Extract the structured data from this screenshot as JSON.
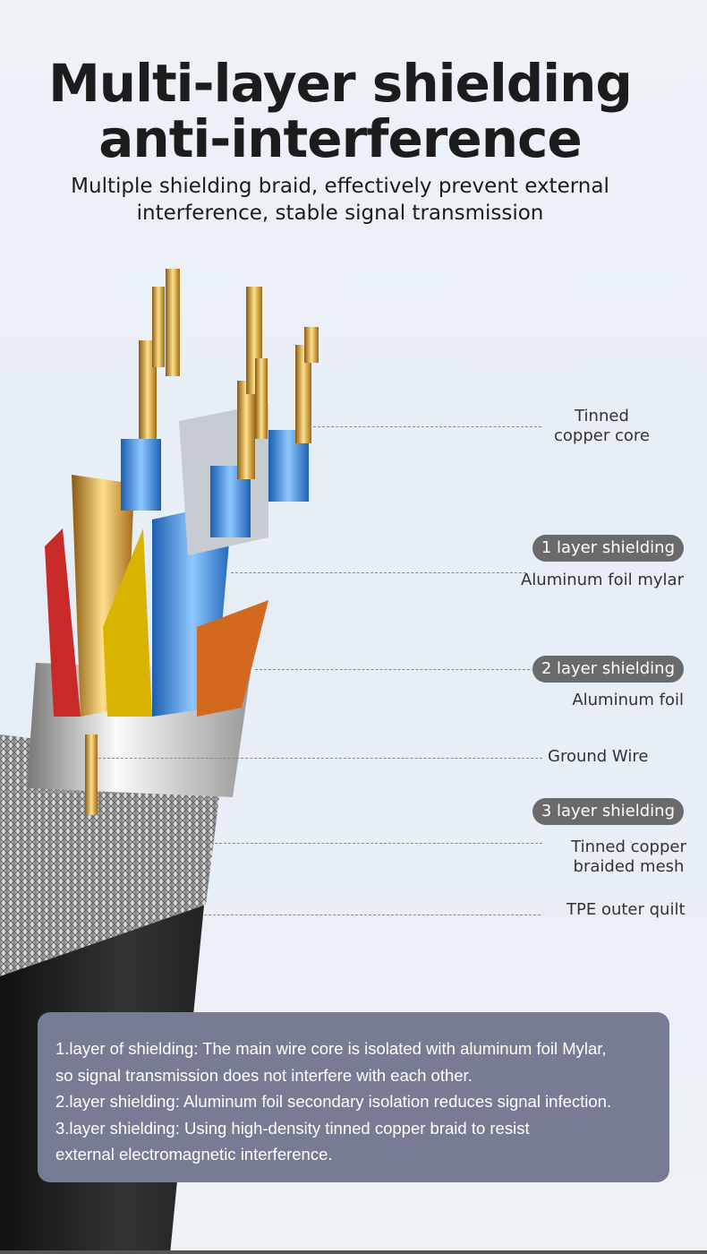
{
  "header": {
    "title_line1": "Multi-layer shielding",
    "title_line2": "anti-interference",
    "subtitle_line1": "Multiple shielding braid, effectively prevent external",
    "subtitle_line2": "interference, stable signal transmission"
  },
  "labels": {
    "core_line1": "Tinned",
    "core_line2": "copper core",
    "layer1_badge": "1 layer shielding",
    "layer1_text": "Aluminum foil mylar",
    "layer2_badge": "2 layer shielding",
    "layer2_text": "Aluminum foil",
    "ground": "Ground Wire",
    "layer3_badge": "3 layer shielding",
    "layer3_line1": "Tinned copper",
    "layer3_line2": "braided mesh",
    "outer": "TPE outer quilt"
  },
  "info": {
    "lines": [
      "1.layer of shielding: The main wire core is isolated with aluminum foil Mylar,",
      "so signal transmission does not interfere with each other.",
      "2.layer shielding: Aluminum foil secondary isolation reduces signal infection.",
      "3.layer shielding: Using high-density tinned copper braid to resist",
      "external electromagnetic interference."
    ]
  }
}
